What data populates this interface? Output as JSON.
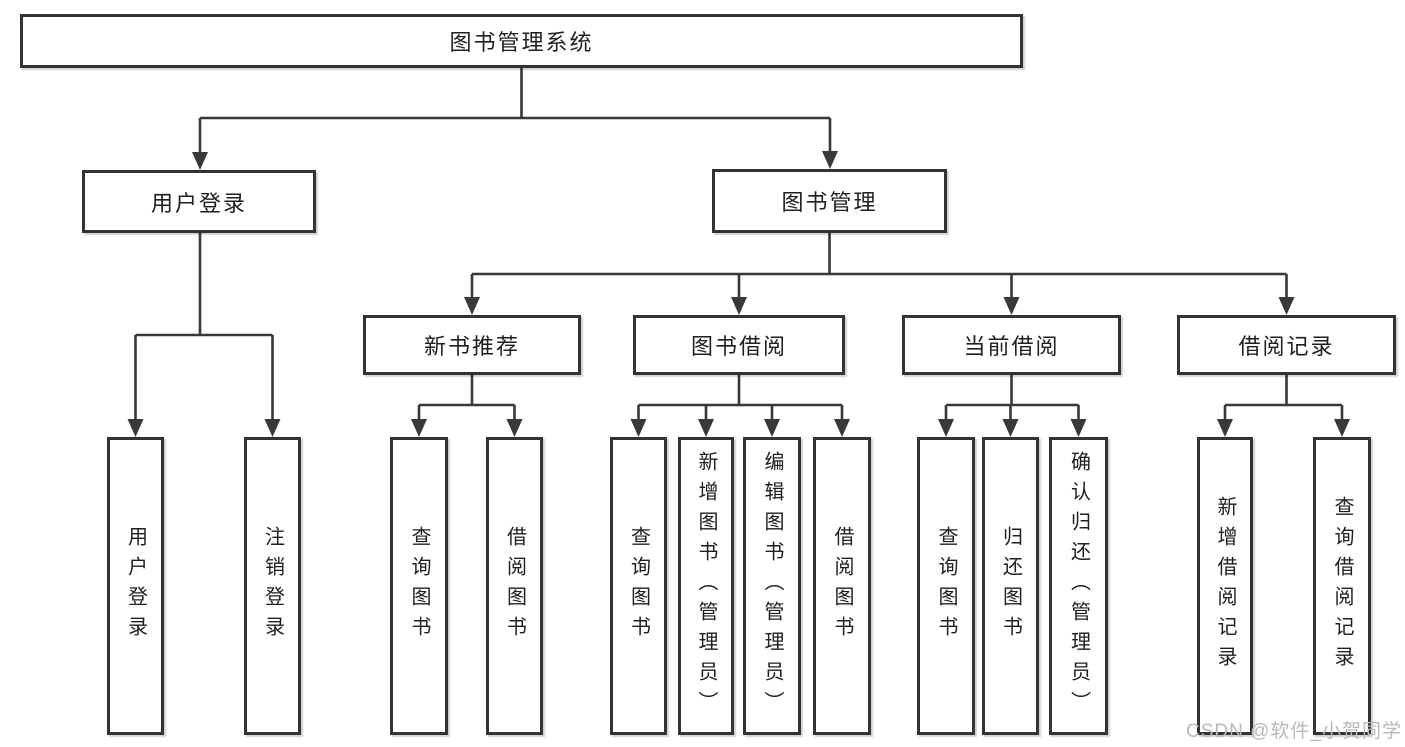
{
  "tree": {
    "label": "图书管理系统",
    "children": [
      {
        "label": "用户登录",
        "children": [
          {
            "label": "用户登录"
          },
          {
            "label": "注销登录"
          }
        ]
      },
      {
        "label": "图书管理",
        "children": [
          {
            "label": "新书推荐",
            "children": [
              {
                "label": "查询图书"
              },
              {
                "label": "借阅图书"
              }
            ]
          },
          {
            "label": "图书借阅",
            "children": [
              {
                "label": "查询图书"
              },
              {
                "label": "新增图书（管理员）"
              },
              {
                "label": "编辑图书（管理员）"
              },
              {
                "label": "借阅图书"
              }
            ]
          },
          {
            "label": "当前借阅",
            "children": [
              {
                "label": "查询图书"
              },
              {
                "label": "归还图书"
              },
              {
                "label": "确认归还（管理员）"
              }
            ]
          },
          {
            "label": "借阅记录",
            "children": [
              {
                "label": "新增借阅记录"
              },
              {
                "label": "查询借阅记录"
              }
            ]
          }
        ]
      }
    ]
  },
  "watermark": {
    "text": "CSDN @软件_小贺同学",
    "color": "#b9b9b9"
  },
  "colors": {
    "line": "#383838",
    "border": "#333333",
    "text": "#1f1f1f"
  }
}
